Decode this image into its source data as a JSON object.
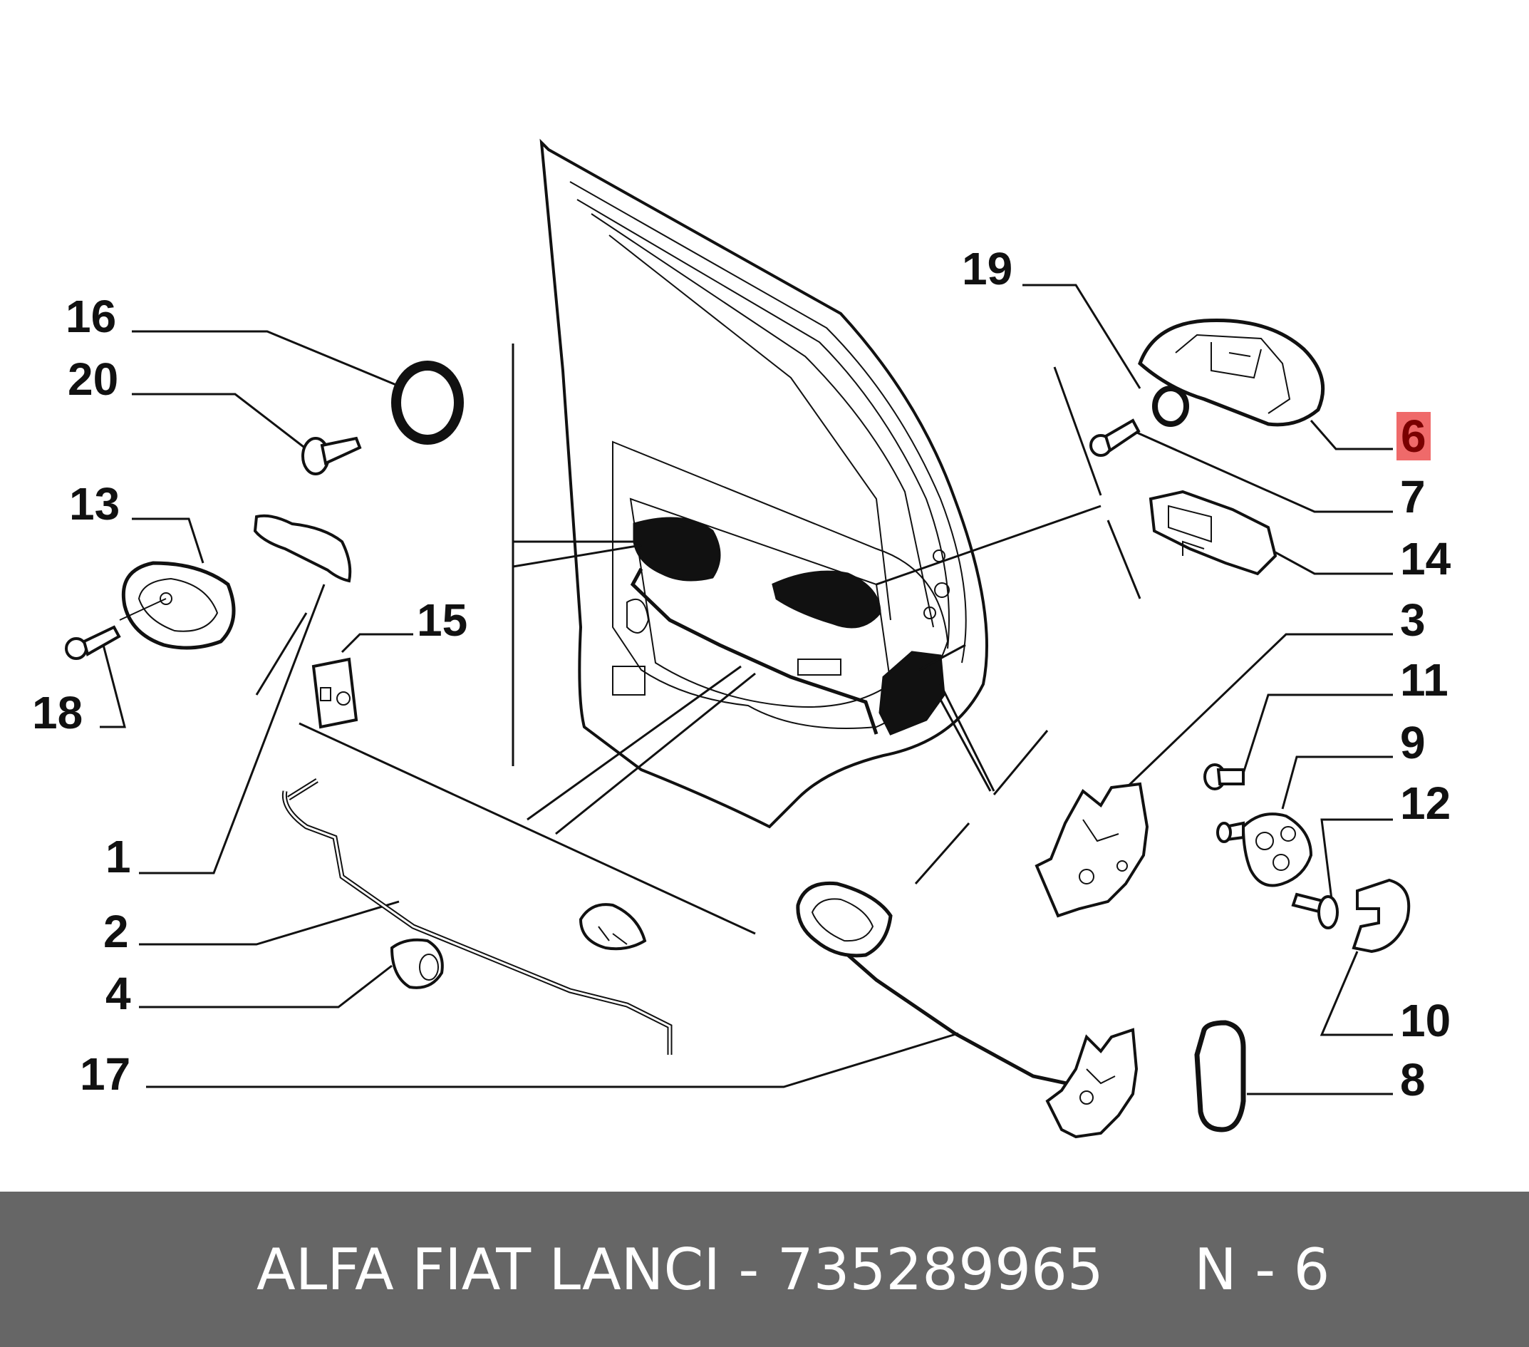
{
  "diagram": {
    "callouts": [
      {
        "id": "16",
        "label": "16"
      },
      {
        "id": "20",
        "label": "20"
      },
      {
        "id": "13",
        "label": "13"
      },
      {
        "id": "18",
        "label": "18"
      },
      {
        "id": "15",
        "label": "15"
      },
      {
        "id": "1",
        "label": "1"
      },
      {
        "id": "2",
        "label": "2"
      },
      {
        "id": "4",
        "label": "4"
      },
      {
        "id": "17",
        "label": "17"
      },
      {
        "id": "19",
        "label": "19"
      },
      {
        "id": "6",
        "label": "6",
        "highlighted": true
      },
      {
        "id": "7",
        "label": "7"
      },
      {
        "id": "14",
        "label": "14"
      },
      {
        "id": "3",
        "label": "3"
      },
      {
        "id": "11",
        "label": "11"
      },
      {
        "id": "9",
        "label": "9"
      },
      {
        "id": "12",
        "label": "12"
      },
      {
        "id": "10",
        "label": "10"
      },
      {
        "id": "8",
        "label": "8"
      }
    ],
    "highlight_color": "#ef6a6a"
  },
  "footer": {
    "text": "ALFA FIAT LANCI - 735289965     N - 6",
    "background": "#666666",
    "color": "#ffffff"
  }
}
